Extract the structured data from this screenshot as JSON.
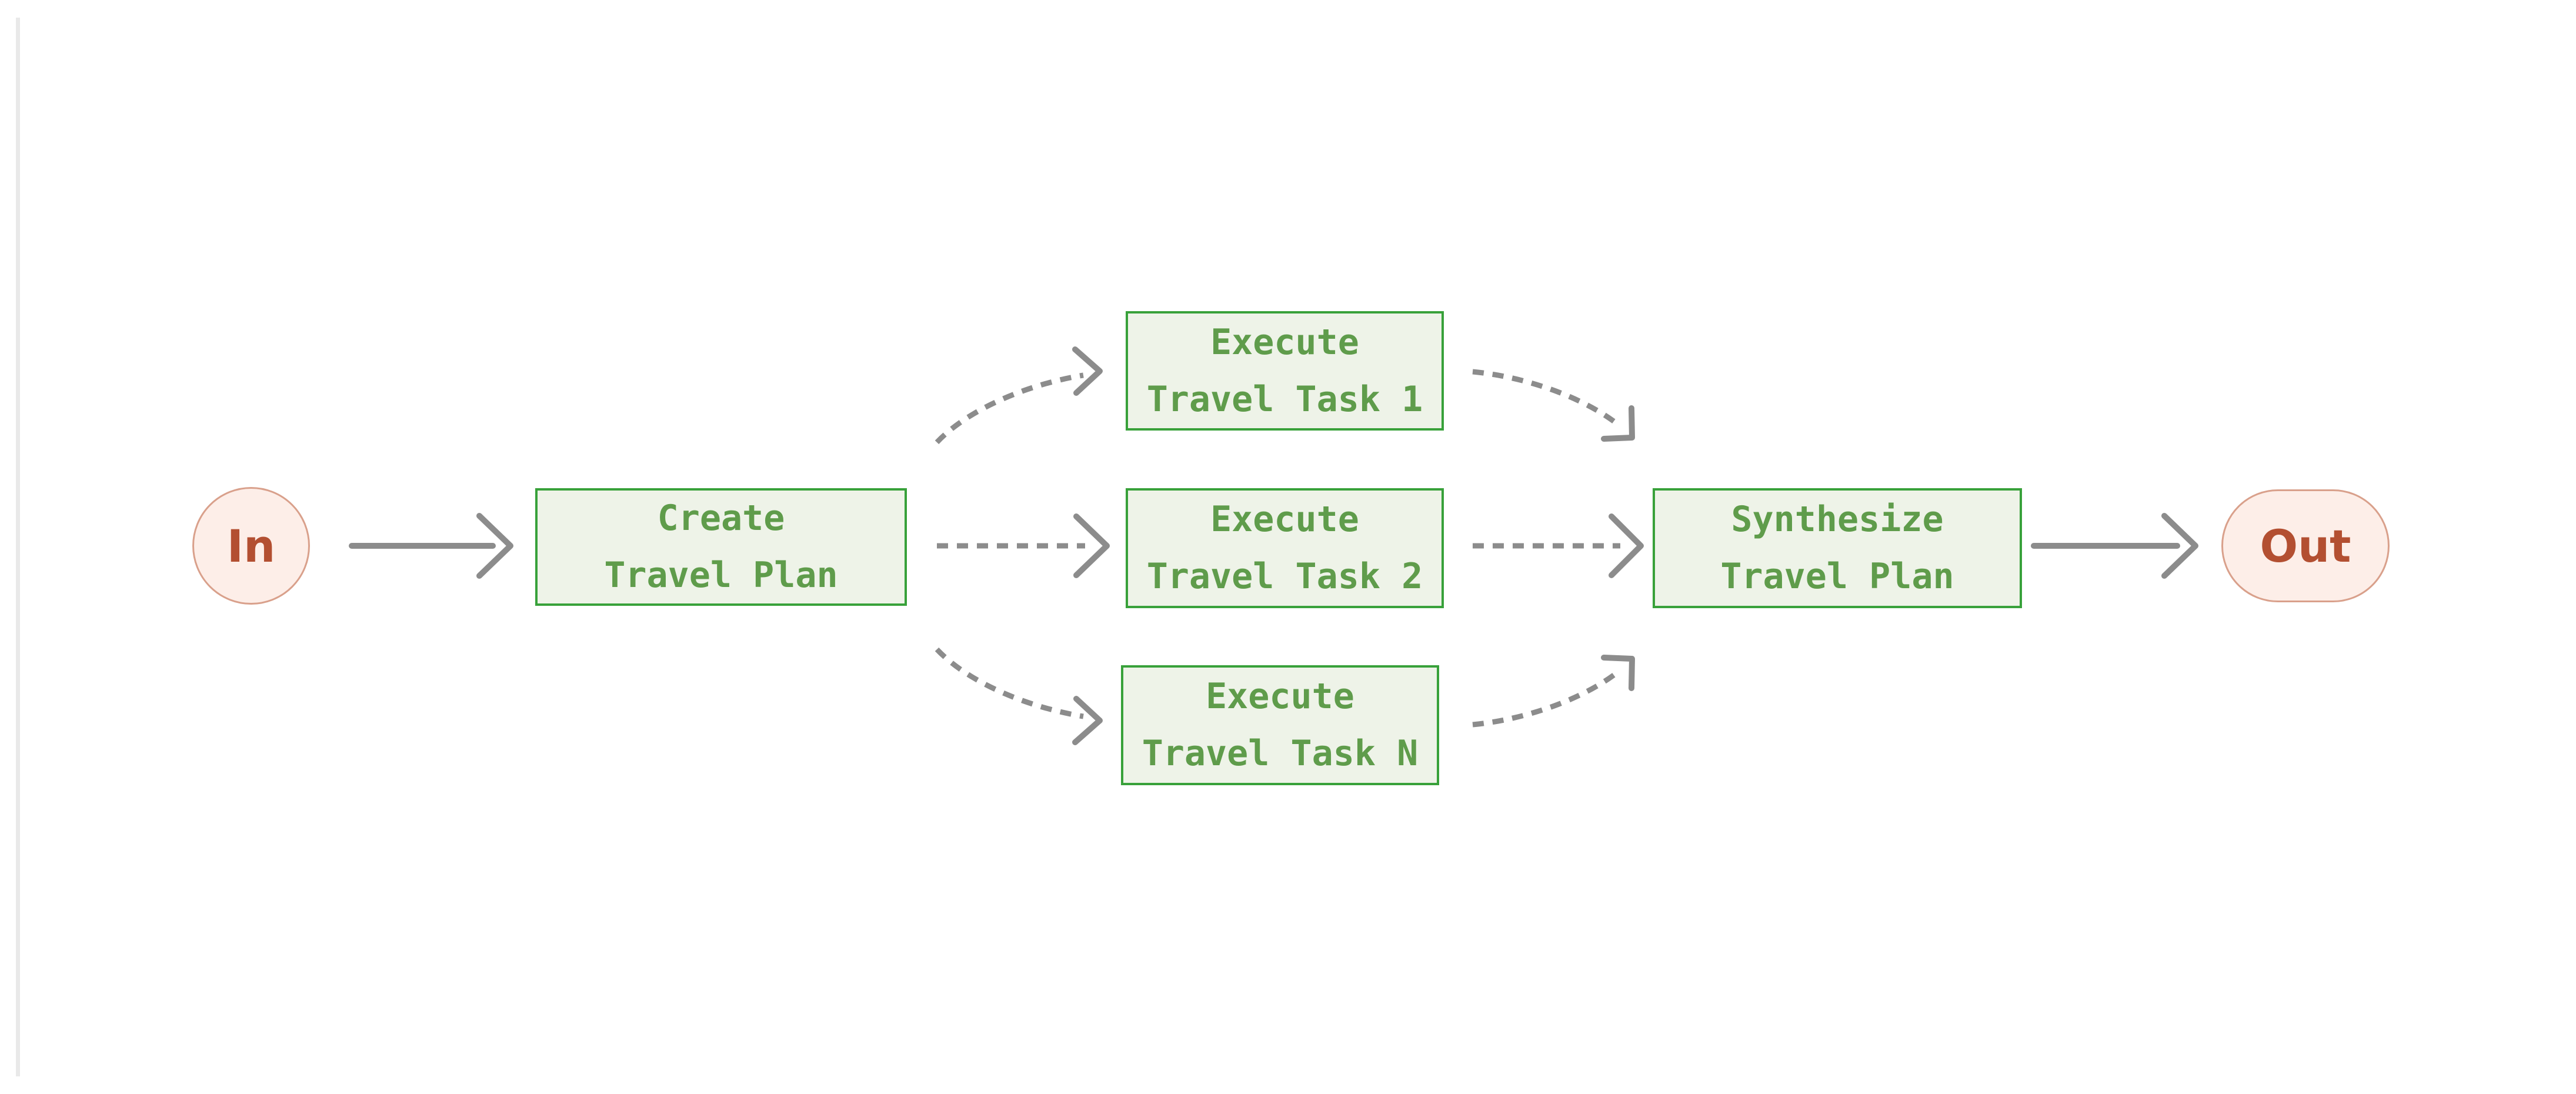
{
  "diagram": {
    "nodes": {
      "in": {
        "label": "In",
        "shape": "circle"
      },
      "create_plan": {
        "label_line1": "Create",
        "label_line2": "Travel Plan"
      },
      "task1": {
        "label_line1": "Execute",
        "label_line2": "Travel Task 1"
      },
      "task2": {
        "label_line1": "Execute",
        "label_line2": "Travel Task 2"
      },
      "taskN": {
        "label_line1": "Execute",
        "label_line2": "Travel Task N"
      },
      "synthesize_plan": {
        "label_line1": "Synthesize",
        "label_line2": "Travel Plan"
      },
      "out": {
        "label": "Out",
        "shape": "stadium"
      }
    },
    "edges": [
      {
        "from": "in",
        "to": "create_plan",
        "style": "solid"
      },
      {
        "from": "create_plan",
        "to": "task1",
        "style": "dashed"
      },
      {
        "from": "create_plan",
        "to": "task2",
        "style": "dashed"
      },
      {
        "from": "create_plan",
        "to": "taskN",
        "style": "dashed"
      },
      {
        "from": "task1",
        "to": "synthesize_plan",
        "style": "dashed"
      },
      {
        "from": "task2",
        "to": "synthesize_plan",
        "style": "dashed"
      },
      {
        "from": "taskN",
        "to": "synthesize_plan",
        "style": "dashed"
      },
      {
        "from": "synthesize_plan",
        "to": "out",
        "style": "solid"
      }
    ],
    "colors": {
      "task-fill": "#eef3e8",
      "task-border": "#38a13a",
      "task-text": "#5f9c4b",
      "terminal-fill": "#fdeee8",
      "terminal-border": "#d9a08b",
      "terminal-text": "#b34f31",
      "arrow": "#8c8c8c",
      "divider": "#e9e9e9"
    }
  }
}
